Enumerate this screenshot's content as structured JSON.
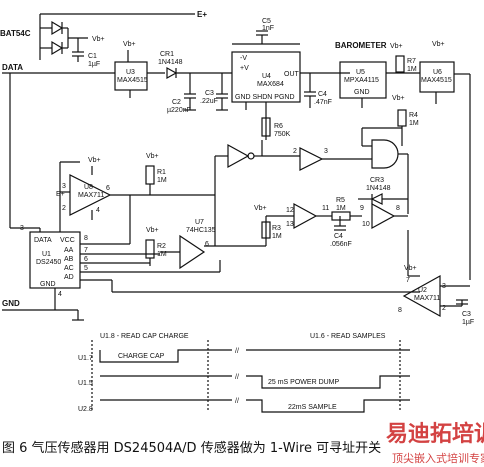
{
  "nets": {
    "e_plus": "E+",
    "vb_plus": "Vb+",
    "data": "DATA",
    "gnd": "GND"
  },
  "components": {
    "d1": "BAT54C",
    "c1": "C1",
    "c1_val": "1µF",
    "u3": "U3",
    "u3_part": "MAX4515",
    "cr1": "CR1",
    "cr1_part": "1N4148",
    "c2": "C2",
    "c2_val": "µ220nF",
    "c3": "C3",
    "c3_val": ".22uF",
    "c4": "C4",
    "c4_val": ".47nF",
    "c5": "C5",
    "c5_val": "1nF",
    "u4": "U4",
    "u4_part": "MAX684",
    "u4_pin_neg": "-V",
    "u4_pin_pos": "+V",
    "u4_pin_out": "OUT",
    "u4_bottom": "GND SHDN PGND",
    "r6": "R6",
    "r6_val": "750K",
    "barometer": "BAROMETER",
    "u5": "U5",
    "u5_part": "MPXA4115",
    "u5_gnd": "GND",
    "r7": "R7",
    "r7_val": "1M",
    "u6": "U6",
    "u6_part": "MAX4515",
    "r4": "R4",
    "r4_val": "1M",
    "u8": "U8",
    "u8_part": "MAX711",
    "r1": "R1",
    "r1_val": "1M",
    "cr3": "CR3",
    "cr3_part": "1N4148",
    "r5": "R5",
    "r5_val": "1M",
    "c4b": "C4",
    "c4b_val": ".056nF",
    "u7": "U7",
    "u7_part": "74HC135",
    "r3": "R3",
    "r3_val": "1M",
    "r2": "R2",
    "r2_val": "1M",
    "u1": "U1",
    "u1_part": "DS2450",
    "u1_pins": {
      "data": "DATA",
      "vcc": "VCC",
      "aa": "AA",
      "ab": "AB",
      "ac": "AC",
      "ad": "AD",
      "gnd": "GND"
    },
    "u2": "U2",
    "u2_part": "MAX711",
    "c3b": "C3",
    "c3b_val": "1µF"
  },
  "pins": {
    "n1": "1",
    "n2": "2",
    "n3": "3",
    "n4": "4",
    "n5": "5",
    "n6": "6",
    "n7": "7",
    "n8": "8",
    "n9": "9",
    "n10": "10",
    "n11": "11",
    "n12": "12",
    "n13": "13"
  },
  "timing": {
    "label_read_cap": "U1.8 - READ CAP  CHARGE",
    "label_read_samples": "U1.6 - READ SAMPLES",
    "row1": "U1.7",
    "row2": "U1.5",
    "row3": "U2.8",
    "charge_cap": "CHARGE CAP",
    "power_dump": "25 mS POWER DUMP",
    "sample": "22mS SAMPLE",
    "break_mark": "//"
  },
  "caption": "图 6  气压传感器用 DS24504A/D 传感器做为 1-Wire 可寻址开关",
  "watermark": {
    "main": "易迪拓培训",
    "sub": "顶尖嵌入式培训专家"
  },
  "colors": {
    "watermark": "#cc2222",
    "ink": "#111111"
  }
}
